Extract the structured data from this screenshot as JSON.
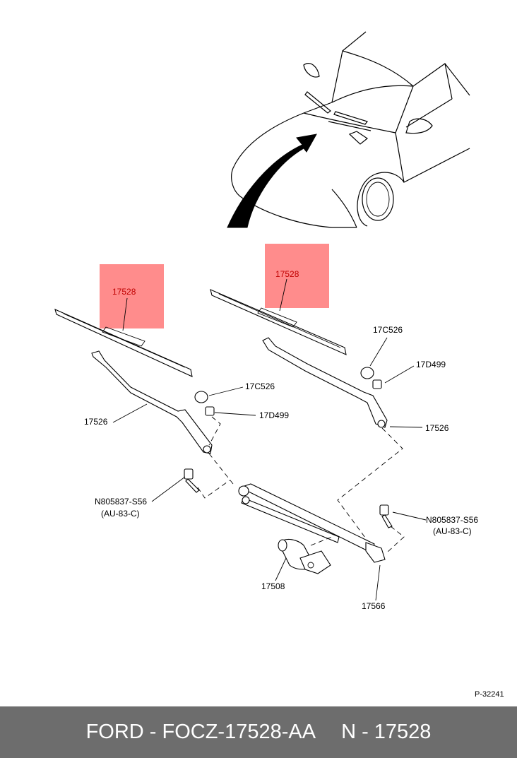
{
  "highlight_color": "#ff8080",
  "callouts": {
    "blade_left": "17528",
    "blade_right": "17528",
    "arm_left": "17526",
    "arm_right": "17526",
    "cap_left": "17C526",
    "cap_right": "17C526",
    "nut_left": "17D499",
    "nut_right": "17D499",
    "bolt_left": "N805837-S56",
    "bolt_left_spec": "(AU-83-C)",
    "bolt_right": "N805837-S56",
    "bolt_right_spec": "(AU-83-C)",
    "motor": "17508",
    "pivot": "17566"
  },
  "figure_id": "P-32241",
  "footer": {
    "left": "FORD - FOCZ-17528-AA",
    "right": "N - 17528"
  }
}
